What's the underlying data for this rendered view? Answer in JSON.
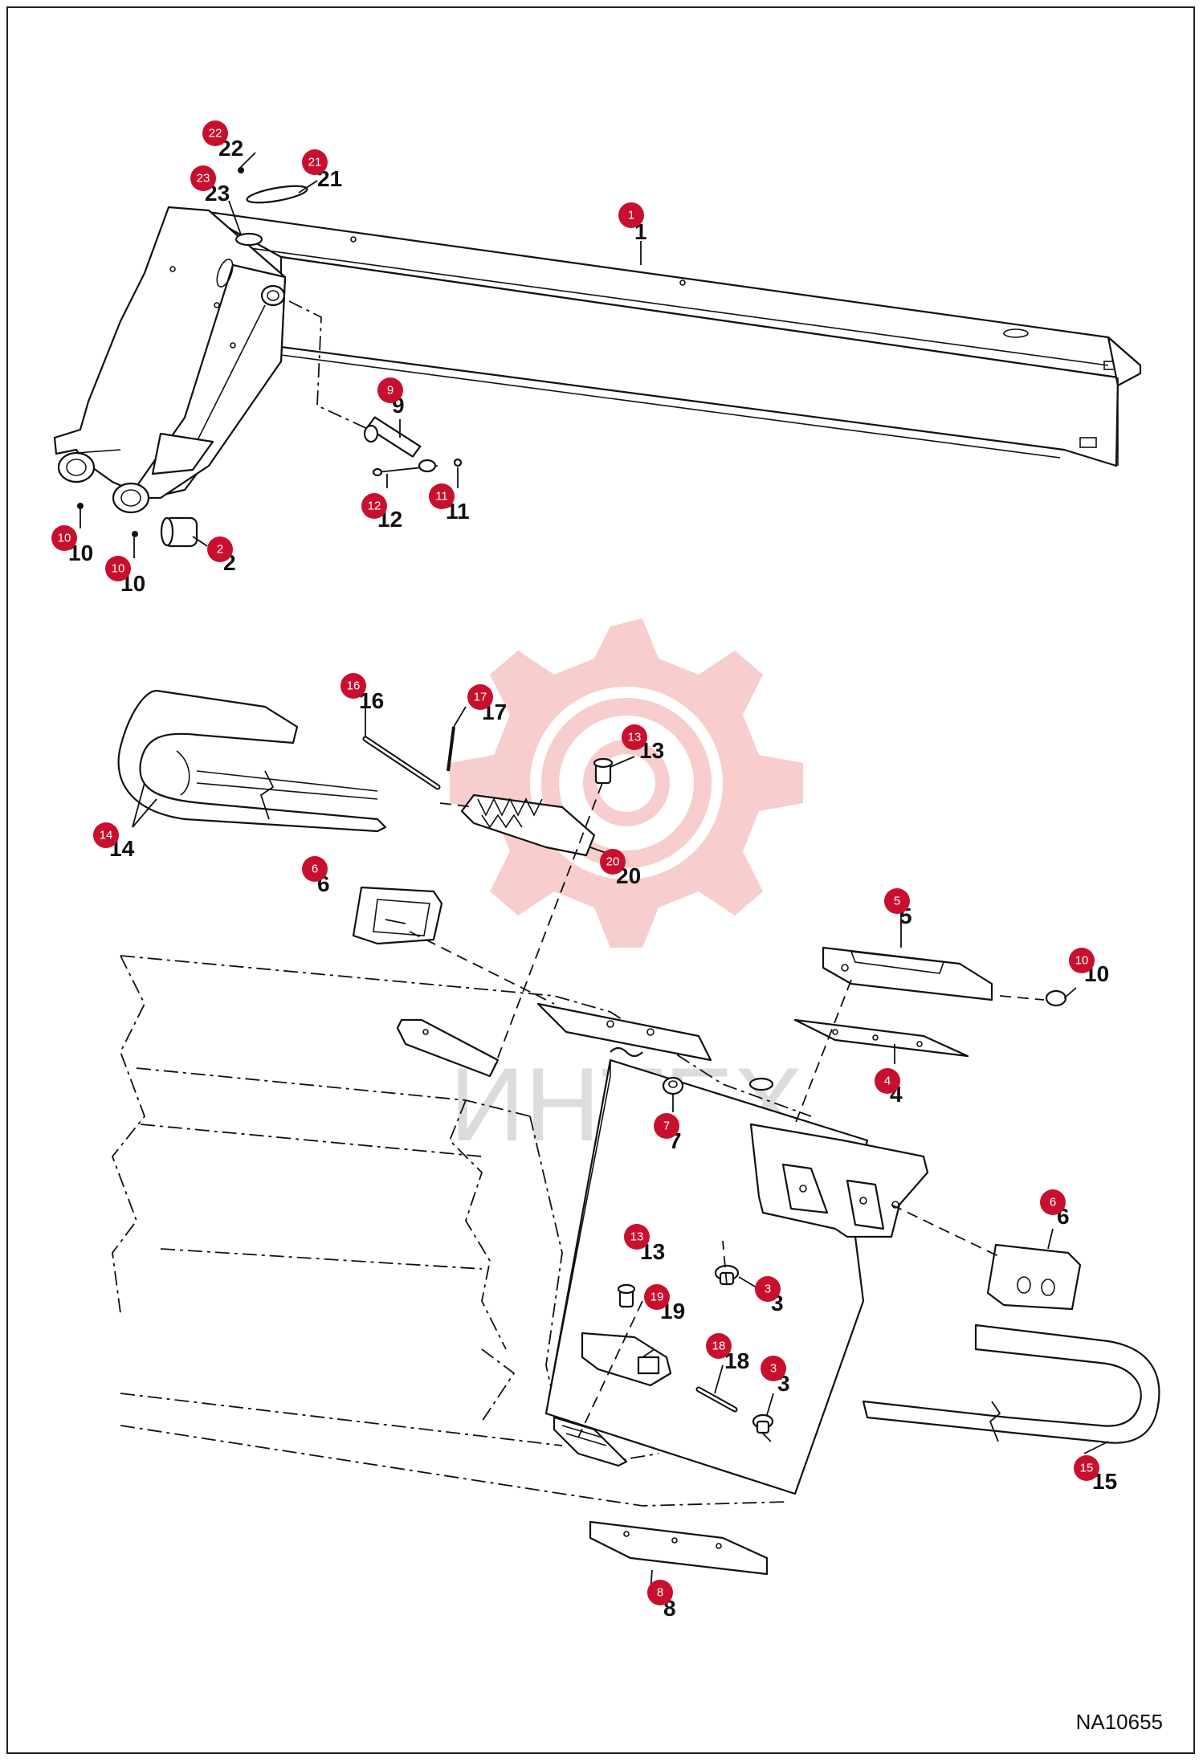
{
  "drawing_code": "NA10655",
  "watermark": {
    "text": "ИНТЕХ",
    "gear_color": "#f6c5c5",
    "text_color": "#d9d9d9"
  },
  "badge_color": "#c8102e",
  "callouts": [
    {
      "id": "c22",
      "label": "22"
    },
    {
      "id": "c21",
      "label": "21"
    },
    {
      "id": "c23",
      "label": "23"
    },
    {
      "id": "c1",
      "label": "1"
    },
    {
      "id": "c9",
      "label": "9"
    },
    {
      "id": "c12",
      "label": "12"
    },
    {
      "id": "c11",
      "label": "11"
    },
    {
      "id": "c10a",
      "label": "10"
    },
    {
      "id": "c10b",
      "label": "10"
    },
    {
      "id": "c2",
      "label": "2"
    },
    {
      "id": "c16",
      "label": "16"
    },
    {
      "id": "c17",
      "label": "17"
    },
    {
      "id": "c13a",
      "label": "13"
    },
    {
      "id": "c14",
      "label": "14"
    },
    {
      "id": "c20",
      "label": "20"
    },
    {
      "id": "c6a",
      "label": "6"
    },
    {
      "id": "c5",
      "label": "5"
    },
    {
      "id": "c10c",
      "label": "10"
    },
    {
      "id": "c4",
      "label": "4"
    },
    {
      "id": "c7",
      "label": "7"
    },
    {
      "id": "c6b",
      "label": "6"
    },
    {
      "id": "c13b",
      "label": "13"
    },
    {
      "id": "c3a",
      "label": "3"
    },
    {
      "id": "c19",
      "label": "19"
    },
    {
      "id": "c18",
      "label": "18"
    },
    {
      "id": "c3b",
      "label": "3"
    },
    {
      "id": "c15",
      "label": "15"
    },
    {
      "id": "c8",
      "label": "8"
    }
  ]
}
